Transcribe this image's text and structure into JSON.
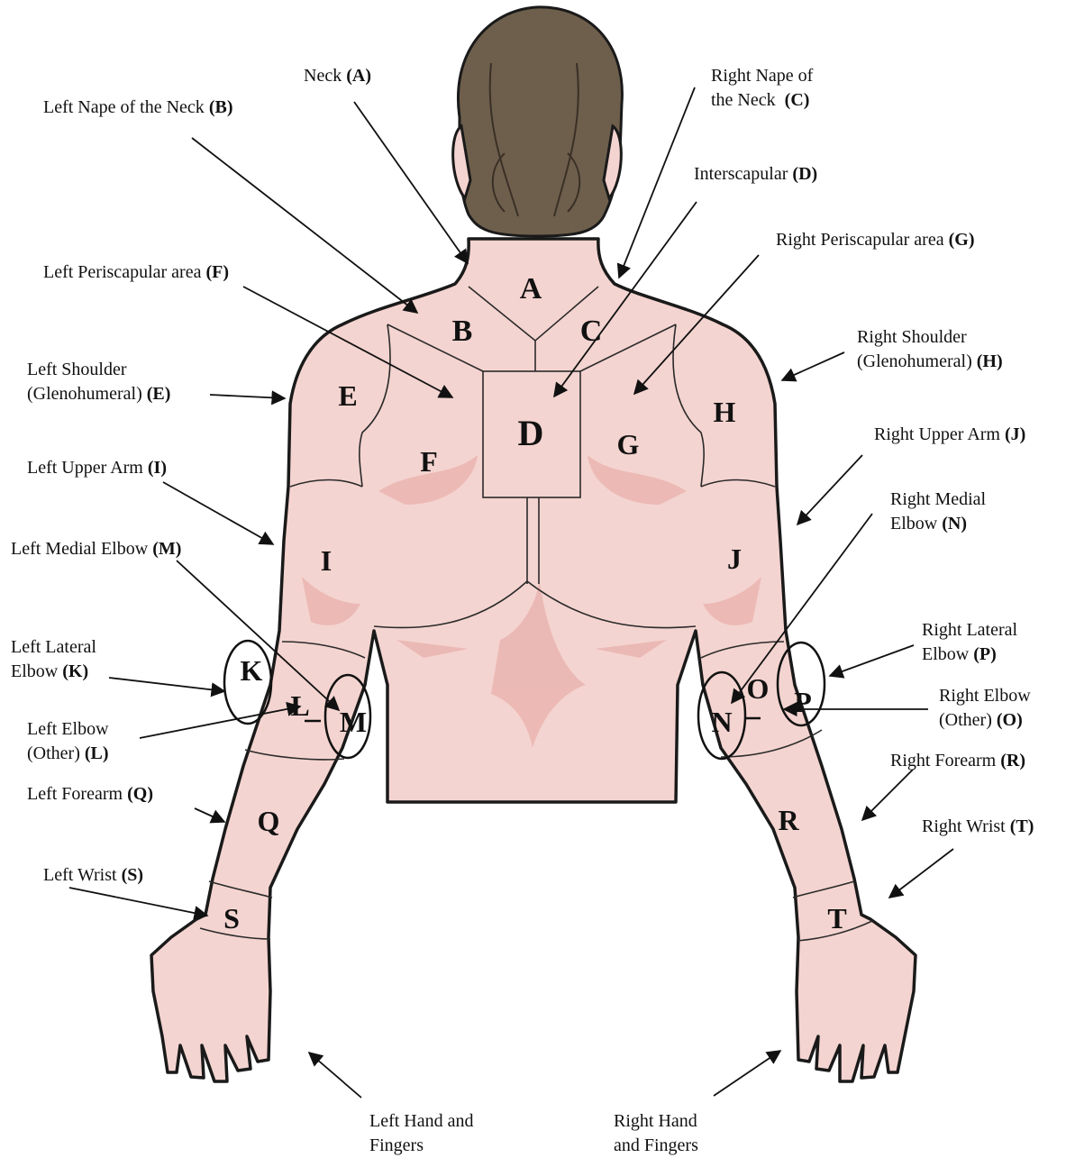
{
  "colors": {
    "skin": "#f4d4d0",
    "skin_shadow": "#e8aeaa",
    "outline": "#1a1a1a",
    "hair": "#6e5f4c",
    "text": "#111111"
  },
  "regions": [
    {
      "code": "A",
      "name": "Neck",
      "label_lines": [
        "Neck"
      ]
    },
    {
      "code": "B",
      "name": "Left Nape of the Neck",
      "label_lines": [
        "Left Nape of the Neck"
      ]
    },
    {
      "code": "C",
      "name": "Right Nape of the Neck",
      "label_lines": [
        "Right Nape of",
        "the Neck"
      ]
    },
    {
      "code": "D",
      "name": "Interscapular",
      "label_lines": [
        "Interscapular"
      ]
    },
    {
      "code": "E",
      "name": "Left Shoulder (Glenohumeral)",
      "label_lines": [
        "Left Shoulder",
        "(Glenohumeral)"
      ]
    },
    {
      "code": "F",
      "name": "Left Periscapular area",
      "label_lines": [
        "Left Periscapular area"
      ]
    },
    {
      "code": "G",
      "name": "Right Periscapular area",
      "label_lines": [
        "Right Periscapular area"
      ]
    },
    {
      "code": "H",
      "name": "Right Shoulder (Glenohumeral)",
      "label_lines": [
        "Right Shoulder",
        "(Glenohumeral)"
      ]
    },
    {
      "code": "I",
      "name": "Left Upper Arm",
      "label_lines": [
        "Left Upper Arm"
      ]
    },
    {
      "code": "J",
      "name": "Right Upper Arm",
      "label_lines": [
        "Right Upper Arm"
      ]
    },
    {
      "code": "K",
      "name": "Left Lateral Elbow",
      "label_lines": [
        "Left Lateral",
        "Elbow"
      ]
    },
    {
      "code": "L",
      "name": "Left Elbow (Other)",
      "label_lines": [
        "Left Elbow",
        "(Other)"
      ]
    },
    {
      "code": "M",
      "name": "Left Medial Elbow",
      "label_lines": [
        "Left Medial Elbow"
      ]
    },
    {
      "code": "N",
      "name": "Right Medial Elbow",
      "label_lines": [
        "Right Medial",
        "Elbow"
      ]
    },
    {
      "code": "O",
      "name": "Right Elbow (Other)",
      "label_lines": [
        "Right Elbow",
        "(Other)"
      ]
    },
    {
      "code": "P",
      "name": "Right Lateral Elbow",
      "label_lines": [
        "Right Lateral",
        "Elbow"
      ]
    },
    {
      "code": "Q",
      "name": "Left Forearm",
      "label_lines": [
        "Left Forearm"
      ]
    },
    {
      "code": "R",
      "name": "Right Forearm",
      "label_lines": [
        "Right Forearm"
      ]
    },
    {
      "code": "S",
      "name": "Left Wrist",
      "label_lines": [
        "Left Wrist"
      ]
    },
    {
      "code": "T",
      "name": "Right Wrist",
      "label_lines": [
        "Right Wrist"
      ]
    }
  ],
  "unlabeled_callouts": {
    "left_hand": [
      "Left Hand and",
      "Fingers"
    ],
    "right_hand": [
      "Right Hand",
      "and Fingers"
    ]
  }
}
